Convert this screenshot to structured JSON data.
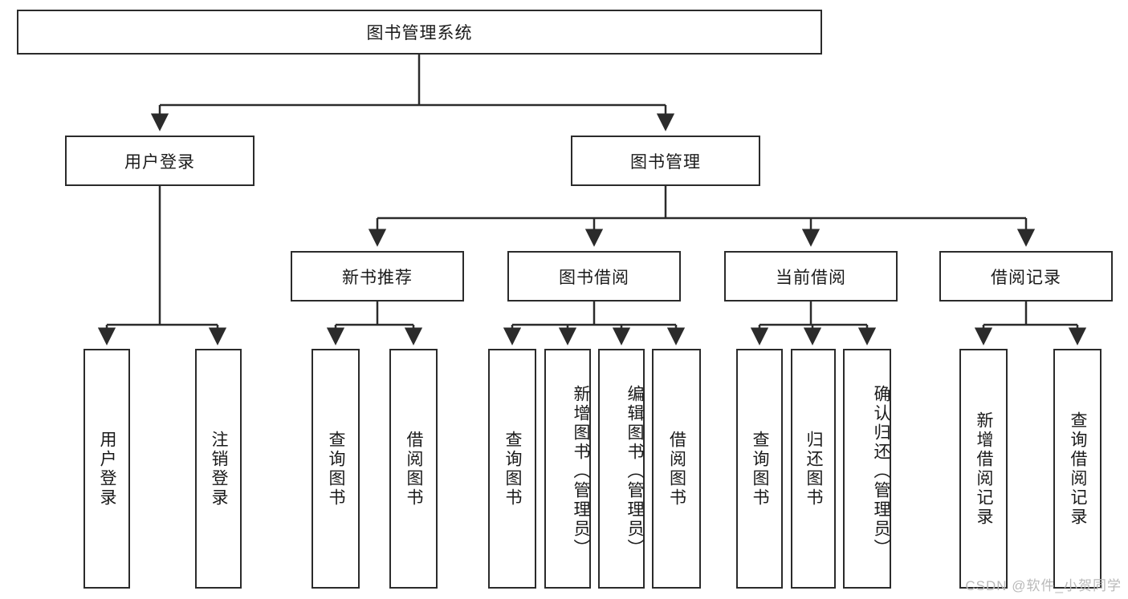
{
  "diagram": {
    "title": "图书管理系统",
    "type": "hierarchy-tree",
    "root": {
      "label": "图书管理系统"
    },
    "level1": [
      {
        "label": "用户登录"
      },
      {
        "label": "图书管理"
      }
    ],
    "level2": [
      {
        "label": "新书推荐"
      },
      {
        "label": "图书借阅"
      },
      {
        "label": "当前借阅"
      },
      {
        "label": "借阅记录"
      }
    ],
    "leaves": {
      "user_login": [
        {
          "label": "用户登录"
        },
        {
          "label": "注销登录"
        }
      ],
      "new_book_recommend": [
        {
          "label": "查询图书"
        },
        {
          "label": "借阅图书"
        }
      ],
      "book_borrow": [
        {
          "label": "查询图书"
        },
        {
          "label": "新增图书（管理员）"
        },
        {
          "label": "编辑图书（管理员）"
        },
        {
          "label": "借阅图书"
        }
      ],
      "current_borrow": [
        {
          "label": "查询图书"
        },
        {
          "label": "归还图书"
        },
        {
          "label": "确认归还（管理员）"
        }
      ],
      "borrow_record": [
        {
          "label": "新增借阅记录"
        },
        {
          "label": "查询借阅记录"
        }
      ]
    }
  },
  "watermark": {
    "text": "CSDN @软件_小贺同学"
  },
  "colors": {
    "border": "#2b2b2b",
    "background": "#ffffff",
    "text": "#1a1a1a",
    "watermark": "#b9b9b9"
  }
}
